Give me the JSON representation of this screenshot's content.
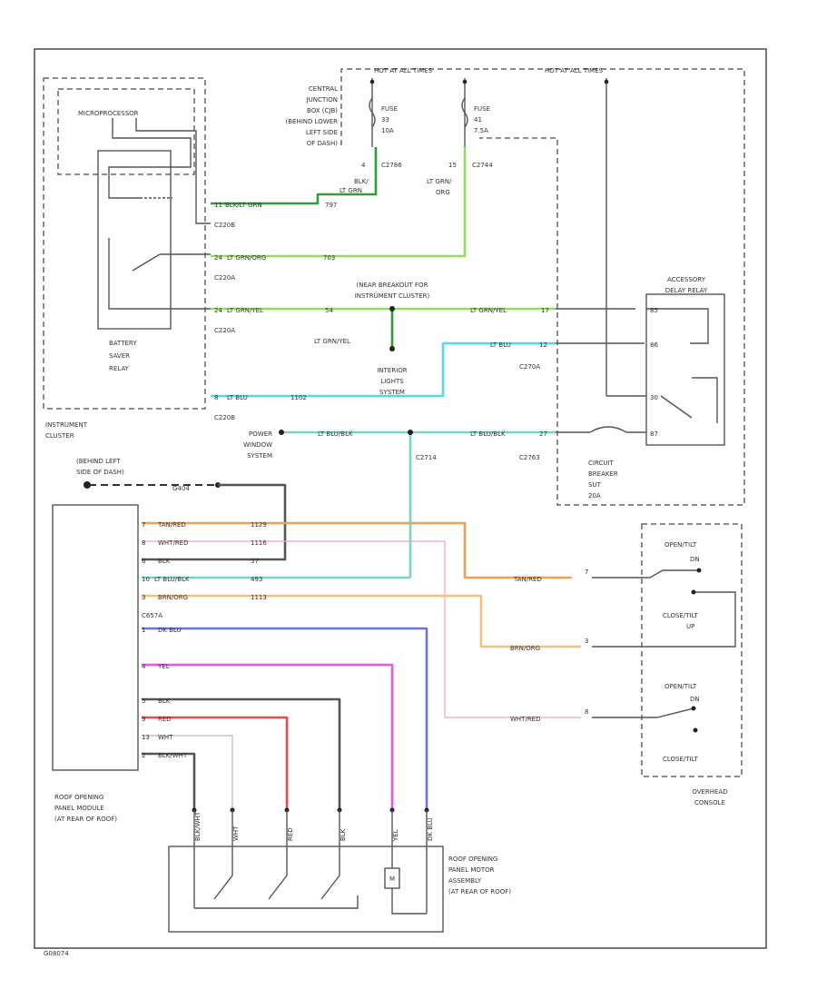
{
  "colors": {
    "grn": "#2e9e3a",
    "ltgrn": "#8fe05a",
    "ltblu": "#55d8ea",
    "teal": "#7fd1c8",
    "tan": "#f0a050",
    "pink": "#f2a4b2",
    "orange": "#f5c080",
    "blue": "#6b76e0",
    "magenta": "#ee55e6",
    "red": "#ee4a4a",
    "gray": "#555555",
    "white": "#bbbbbb"
  },
  "labels": {
    "hot_at_all_times": "HOT AT ALL TIMES",
    "hot_at_all_times_2": "HOT AT ALL TIMES",
    "cjb": [
      "CENTRAL",
      "JUNCTION",
      "BOX (CJB)",
      "(BEHIND LOWER",
      "LEFT SIDE",
      "OF DASH)"
    ],
    "fuse1": [
      "FUSE",
      "33",
      "10A"
    ],
    "fuse2": [
      "FUSE",
      "41",
      "7.5A"
    ],
    "microprocessor": "MICROPROCESSOR",
    "battery_saver": [
      "BATTERY",
      "SAVER",
      "RELAY"
    ],
    "instrument_cluster": [
      "INSTRUMENT",
      "CLUSTER"
    ],
    "splice_note": [
      "(NEAR BREAKOUT FOR",
      "INSTRUMENT CLUSTER)"
    ],
    "accessory_delay": [
      "ACCESSORY",
      "DELAY RELAY"
    ],
    "lt_grn_yel": "LT GRN/YEL",
    "interior_lights": [
      "INTERIOR",
      "LIGHTS",
      "SYSTEM"
    ],
    "power_window": [
      "POWER",
      "WINDOW",
      "SYSTEM"
    ],
    "behind_left": [
      "(BEHIND LEFT",
      "SIDE OF DASH)"
    ],
    "circuit_breaker": [
      "CIRCUIT",
      "BREAKER",
      "SUT",
      "20A"
    ],
    "roof_module": [
      "ROOF OPENING",
      "PANEL MODULE",
      "(AT REAR OF ROOF)"
    ],
    "roof_motor": [
      "ROOF OPENING",
      "PANEL MOTOR",
      "ASSEMBLY",
      "(AT REAR OF ROOF)"
    ],
    "overhead_console": [
      "OVERHEAD",
      "CONSOLE"
    ],
    "open_tilt_1": "OPEN/TILT",
    "close_tilt_up": [
      "CLOSE/TILT",
      "UP"
    ],
    "open_tilt_2": "OPEN/TILT",
    "close_tilt_2": "CLOSE/TILT",
    "open_tilt_dn": "DN",
    "close_tilt_dn": "DN",
    "motor_m": "M",
    "footer": "G08074"
  },
  "connectors": {
    "c2786": "C2786",
    "c2744": "C2744",
    "c220b_1": "C220B",
    "c220a_1": "C220A",
    "c220a_2": "C220A",
    "c220b_2": "C220B",
    "c2714": "C2714",
    "c270a": "C270A",
    "c2763": "C2763",
    "g404": "G404",
    "c657a": "C657A"
  },
  "wires": {
    "w_cjb_left": {
      "color": "BLK/",
      "color2": "LT GRN",
      "pin": "4"
    },
    "w_cjb_right": {
      "color": "LT GRN/",
      "color2": "ORG",
      "pin": "15"
    },
    "w_blk_ltgrn": {
      "pin": "11",
      "color": "BLK/LT GRN",
      "ckt": "797"
    },
    "w_ltgrn_org": {
      "pin": "24",
      "color": "LT GRN/ORG",
      "ckt": "703"
    },
    "w_ltgrn_yel": {
      "pin": "24",
      "color": "LT GRN/YEL",
      "ckt": "54"
    },
    "w_ltgrn_yel_r": {
      "color": "LT GRN/YEL",
      "pin": "17"
    },
    "w_ltblu_r": {
      "color": "LT BLU",
      "pin": "12"
    },
    "w_ltblu": {
      "pin": "8",
      "color": "LT BLU",
      "ckt": "1102"
    },
    "w_ltblu_blk_l": {
      "color": "LT BLU/BLK"
    },
    "w_ltblu_blk_r": {
      "color": "LT BLU/BLK",
      "pin": "27"
    },
    "m1": {
      "pin": "7",
      "color": "TAN/RED",
      "ckt": "1129"
    },
    "m2": {
      "pin": "8",
      "color": "WHT/RED",
      "ckt": "1116"
    },
    "m3": {
      "pin": "6",
      "color": "BLK",
      "ckt": "57"
    },
    "m4": {
      "pin": "10",
      "color": "LT BLU/BLK",
      "ckt": "493"
    },
    "m5": {
      "pin": "3",
      "color": "BRN/ORG",
      "ckt": "1113"
    },
    "m6": {
      "pin": "1",
      "color": "DK BLU"
    },
    "m7": {
      "pin": "4",
      "color": "YEL"
    },
    "m8": {
      "pin": "5",
      "color": "BLK"
    },
    "m9": {
      "pin": "9",
      "color": "RED"
    },
    "m10": {
      "pin": "13",
      "color": "WHT"
    },
    "m11": {
      "pin": "2",
      "color": "BLK/WHT"
    },
    "oc1": {
      "color": "TAN/RED",
      "pin": "7"
    },
    "oc2": {
      "color": "BRN/ORG",
      "pin": "3"
    },
    "oc3": {
      "color": "WHT/RED",
      "pin": "8"
    },
    "relay_pins": [
      "85",
      "86",
      "30",
      "87"
    ]
  },
  "motor_wires": [
    "DK BLU",
    "YEL",
    "BLK",
    "RED",
    "WHT",
    "BLK/WHT"
  ]
}
